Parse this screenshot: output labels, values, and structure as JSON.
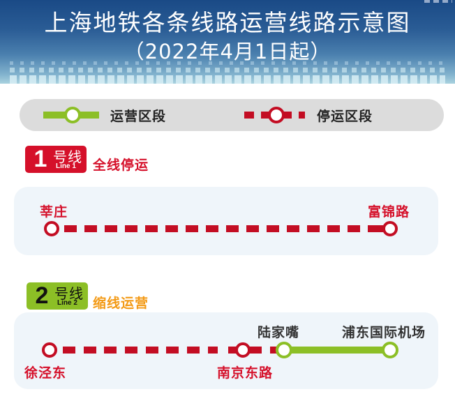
{
  "header": {
    "title": "上海地铁各条线路运营线路示意图",
    "subtitle": "（2022年4月1日起）"
  },
  "legend": {
    "operating": {
      "label": "运营区段",
      "color": "#8cbf26",
      "icon": "operating-line-symbol"
    },
    "suspended": {
      "label": "停运区段",
      "color": "#c30d23",
      "icon": "suspended-line-symbol"
    }
  },
  "colors": {
    "line1_badge": "#d5102a",
    "line2_badge": "#8cbf26",
    "suspended": "#c30d23",
    "operating": "#8cbf26",
    "partial_status": "#f39a16",
    "panel_bg": "#eff5fa",
    "legend_bg": "#dcdcdc",
    "header_top": "#1a4a86",
    "header_bottom": "#a9d2df"
  },
  "lines": [
    {
      "number": "1",
      "name_cn": "号线",
      "name_en": "Line 1",
      "status": "全线停运",
      "stations": [
        {
          "name": "莘庄",
          "state": "suspended",
          "label_position": "above"
        },
        {
          "name": "富锦路",
          "state": "suspended",
          "label_position": "above"
        }
      ],
      "segments": [
        {
          "from": "莘庄",
          "to": "富锦路",
          "state": "suspended"
        }
      ]
    },
    {
      "number": "2",
      "name_cn": "号线",
      "name_en": "Line 2",
      "status": "缩线运营",
      "stations": [
        {
          "name": "徐泾东",
          "state": "suspended",
          "label_position": "below"
        },
        {
          "name": "南京东路",
          "state": "suspended",
          "label_position": "below"
        },
        {
          "name": "陆家嘴",
          "state": "operating",
          "label_position": "above"
        },
        {
          "name": "浦东国际机场",
          "state": "operating",
          "label_position": "above"
        }
      ],
      "segments": [
        {
          "from": "徐泾东",
          "to": "南京东路",
          "state": "suspended"
        },
        {
          "from": "南京东路",
          "to": "陆家嘴",
          "state": "suspended"
        },
        {
          "from": "陆家嘴",
          "to": "浦东国际机场",
          "state": "operating"
        }
      ]
    }
  ]
}
